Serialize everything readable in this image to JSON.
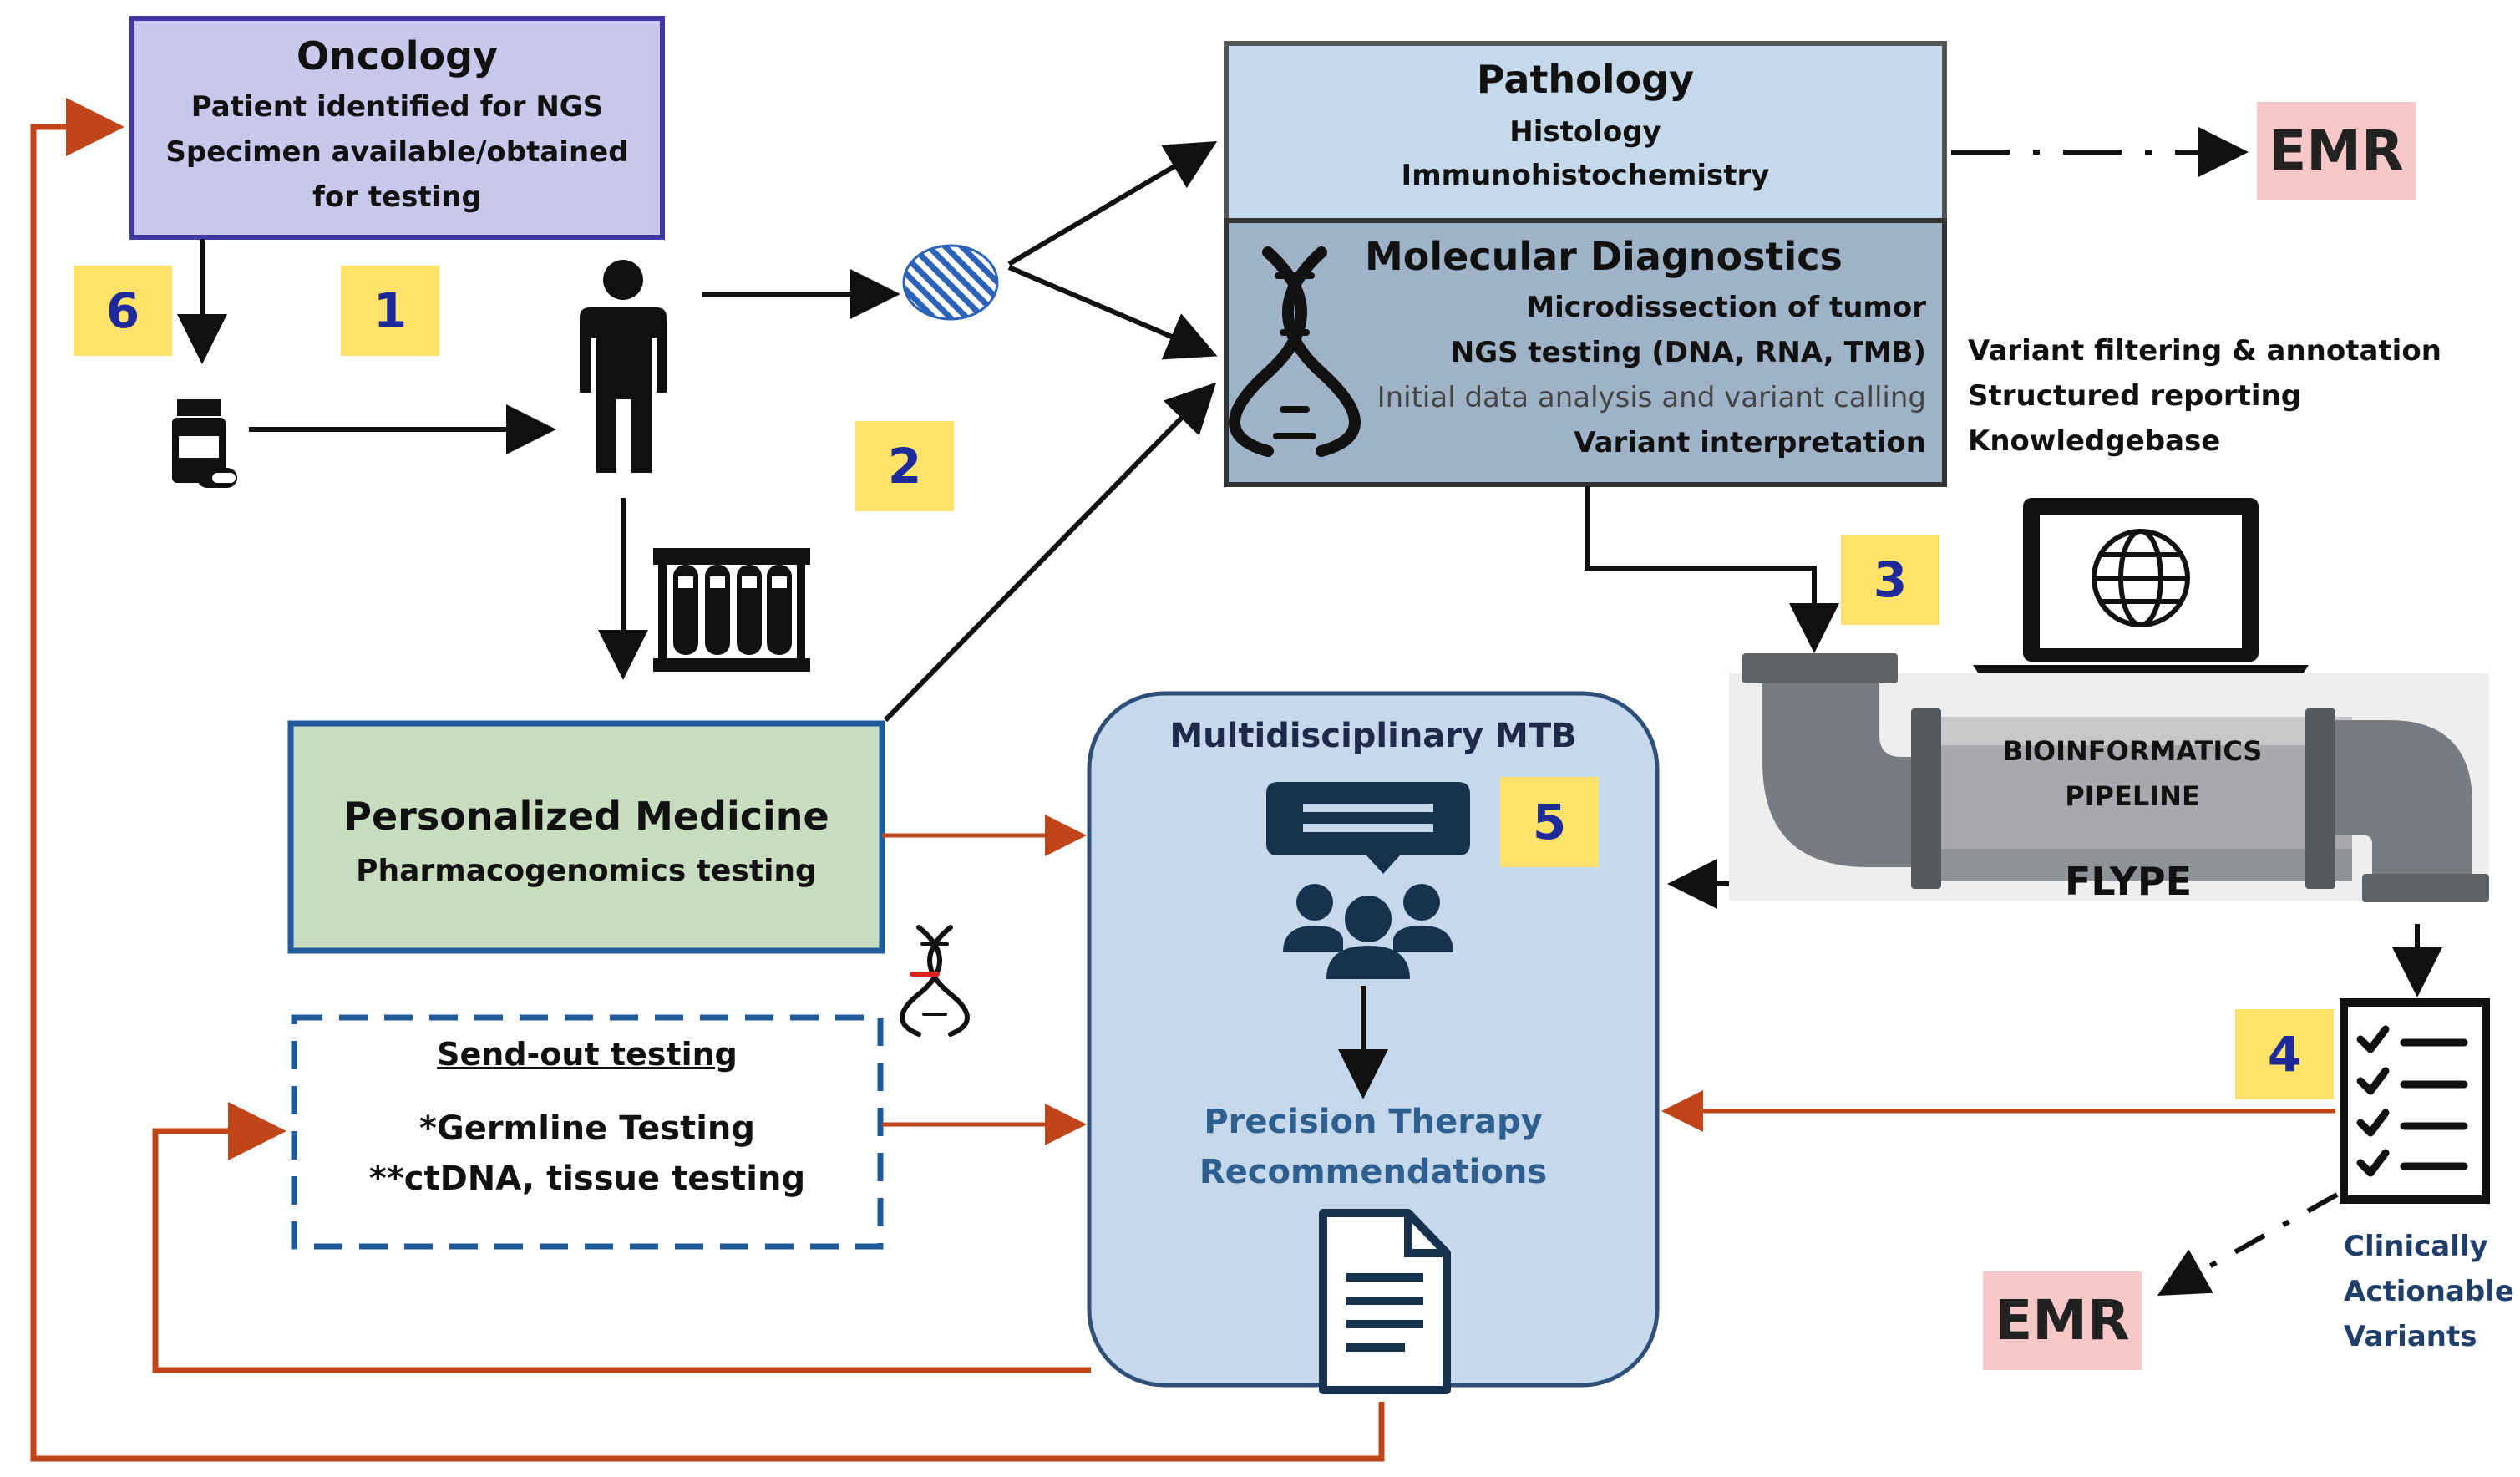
{
  "oncology": {
    "title": "Oncology",
    "line1": "Patient identified for NGS",
    "line2": "Specimen available/obtained",
    "line3": "for testing"
  },
  "pathology": {
    "title": "Pathology",
    "line1": "Histology",
    "line2": "Immunohistochemistry"
  },
  "molecular": {
    "title": "Molecular Diagnostics",
    "line1": "Microdissection of tumor",
    "line2": "NGS testing (DNA, RNA, TMB)",
    "line3": "Initial data analysis and variant calling",
    "line4": "Variant interpretation"
  },
  "bioinfo_notes": {
    "line1": "Variant filtering & annotation",
    "line2": "Structured reporting",
    "line3": "Knowledgebase"
  },
  "pipeline": {
    "label1": "BIOINFORMATICS",
    "label2": "PIPELINE",
    "name": "FLYPE"
  },
  "personalized": {
    "title": "Personalized Medicine",
    "subtitle": "Pharmacogenomics testing"
  },
  "sendout": {
    "title": "Send-out testing",
    "line1": "*Germline Testing",
    "line2": "**ctDNA, tissue testing"
  },
  "mtb": {
    "title": "Multidisciplinary MTB",
    "rec1": "Precision Therapy",
    "rec2": "Recommendations"
  },
  "clinical": {
    "line1": "Clinically",
    "line2": "Actionable",
    "line3": "Variants"
  },
  "emr": {
    "top": "EMR",
    "bottom": "EMR"
  },
  "steps": [
    "1",
    "2",
    "3",
    "4",
    "5",
    "6"
  ],
  "colors": {
    "oncology_fill": "#c9c8ec",
    "oncology_border": "#3f3aa8",
    "pathology_fill": "#c6d9ea",
    "molecular_fill": "#9fb3c8",
    "personalized_fill": "#c8dcc0",
    "personalized_border": "#1f5a9a",
    "sendout_border": "#1f5a9a",
    "mtb_fill": "#c5d8ec",
    "badge": "#ffe26a",
    "badge_text": "#1f2a9a",
    "emr_fill": "#f8c8c8",
    "feedback_arrow": "#c0461a",
    "pipe": "#6b7075"
  }
}
